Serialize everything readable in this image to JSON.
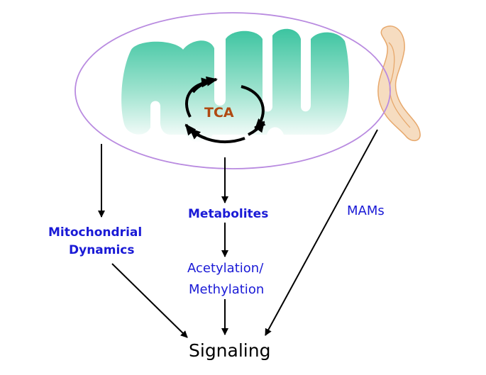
{
  "labels": {
    "tca": "TCA",
    "mito_dynamics_line1": "Mitochondrial",
    "mito_dynamics_line2": "Dynamics",
    "metabolites": "Metabolites",
    "acetylation": "Acetylation/",
    "methylation": "Methylation",
    "mams": "MAMs",
    "signaling": "Signaling"
  },
  "colors": {
    "outer_membrane": "#b98be0",
    "cristae": "#3cc4a0",
    "er": "#f3cfa8",
    "er_stroke": "#e7a86c",
    "label_blue": "#1a1ad6",
    "tca_text": "#b04a12",
    "arrow": "#000000"
  }
}
